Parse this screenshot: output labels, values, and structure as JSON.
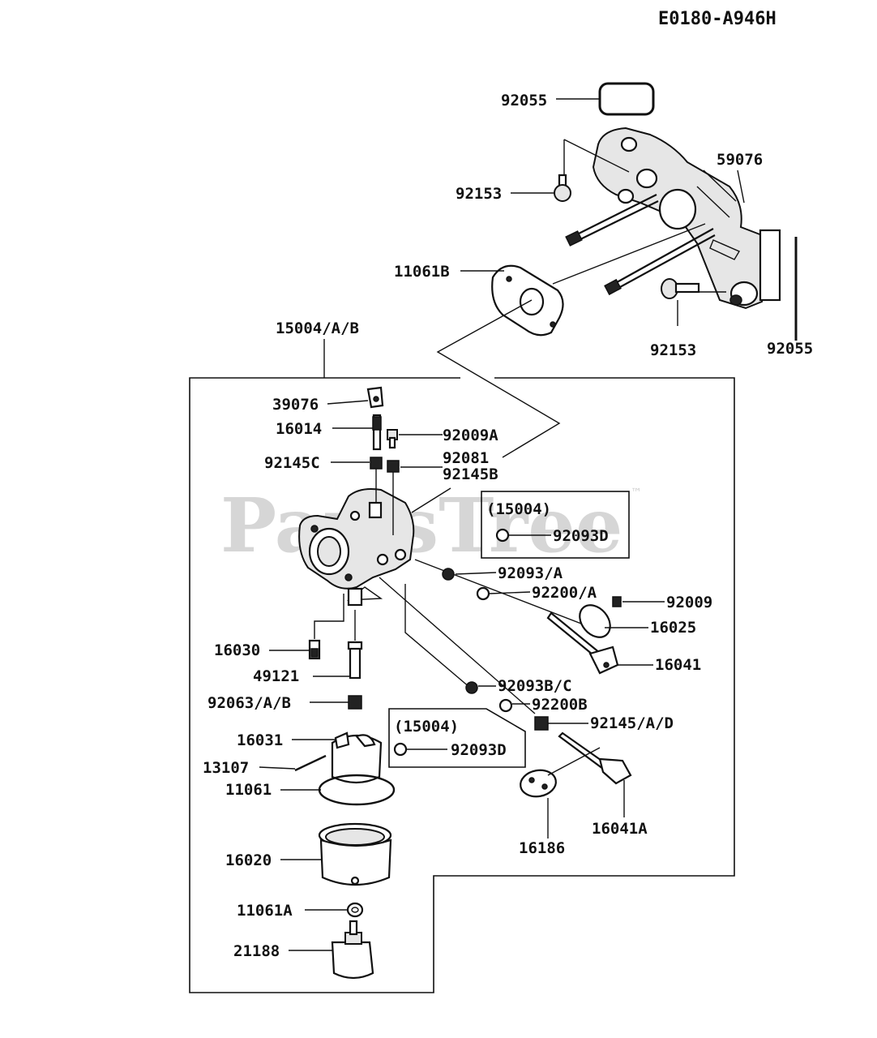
{
  "diagram_code": "E0180-A946H",
  "watermark": "PartsTree",
  "trademark": "™",
  "parts": {
    "p92055_top": "92055",
    "p59076": "59076",
    "p92153_a": "92153",
    "p11061B": "11061B",
    "p92153_b": "92153",
    "p92055_b": "92055",
    "p15004AB": "15004/A/B",
    "p39076": "39076",
    "p16014": "16014",
    "p92009A": "92009A",
    "p92145C": "92145C",
    "p92081": "92081",
    "p92145B": "92145B",
    "p15004_box1": "(15004)",
    "p92093D_box1": "92093D",
    "p92093A": "92093/A",
    "p92200A": "92200/A",
    "p92009": "92009",
    "p16025": "16025",
    "p16030": "16030",
    "p49121": "49121",
    "p16041": "16041",
    "p92093BC": "92093B/C",
    "p92063AB": "92063/A/B",
    "p92200B": "92200B",
    "p15004_box2": "(15004)",
    "p92145AD": "92145/A/D",
    "p16031": "16031",
    "p92093D_box2": "92093D",
    "p13107": "13107",
    "p11061": "11061",
    "p16041A": "16041A",
    "p16186": "16186",
    "p16020": "16020",
    "p11061A": "11061A",
    "p21188": "21188"
  }
}
